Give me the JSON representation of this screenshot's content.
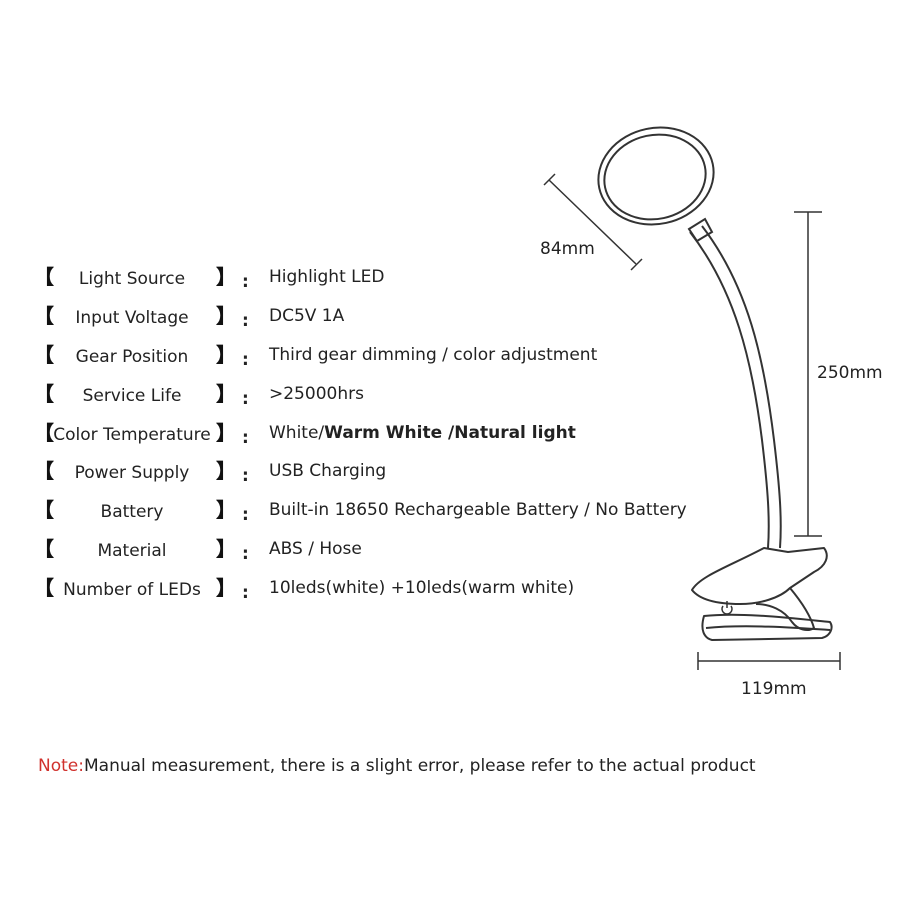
{
  "specs": [
    {
      "label": "Light Source",
      "value": "Highlight LED"
    },
    {
      "label": "Input Voltage",
      "value": "DC5V 1A"
    },
    {
      "label": "Gear Position",
      "value": "Third gear dimming / color adjustment"
    },
    {
      "label": "Service Life",
      "value": ">25000hrs"
    },
    {
      "label": "Color Temperature",
      "value_prefix": "White/",
      "value": "Warm White /Natural light"
    },
    {
      "label": "Power Supply",
      "value": "USB Charging"
    },
    {
      "label": "Battery",
      "value": "Built-in 18650 Rechargeable Battery / No Battery"
    },
    {
      "label": "Material",
      "value": "ABS / Hose"
    },
    {
      "label": "Number of LEDs",
      "value": "10leds(white) +10leds(warm white)"
    }
  ],
  "brackets": {
    "open": "【",
    "close": "】",
    "separator": ":"
  },
  "dimensions": {
    "head_diameter": "84mm",
    "height": "250mm",
    "base_width": "119mm"
  },
  "note": {
    "prefix": "Note:",
    "text": "Manual measurement, there is a slight error, please refer to the actual product"
  },
  "colors": {
    "note_accent": "#d0312d",
    "line": "#333333"
  }
}
